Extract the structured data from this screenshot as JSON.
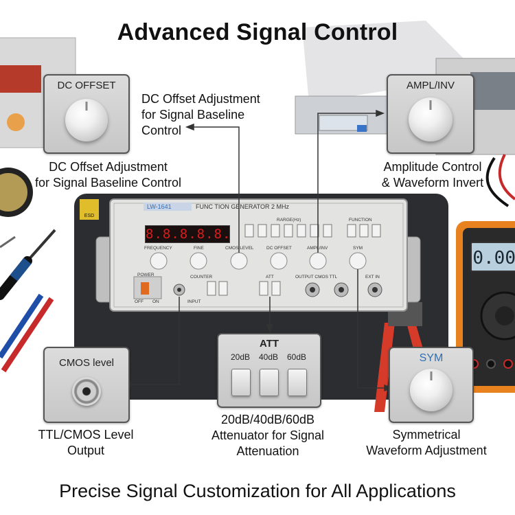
{
  "headline": "Advanced Signal Control",
  "tagline": "Precise Signal Customization for All Applications",
  "generator": {
    "model_label": "LW-1641",
    "name_label": "FUNC TION GENERATOR  2 MHz",
    "display": "8.8.8.8.8.8.",
    "range_header": "RARGE(Hz)",
    "function_header": "FUNCTION",
    "labels": {
      "frequency": "FREQUENCY",
      "fine": "FINE",
      "cmos_level": "CMOS LEVEL",
      "dc_offset": "DC OFFSET",
      "ampl_inv": "AMPL/INV",
      "sym": "SYM",
      "power": "POWER",
      "counter": "COUNTER",
      "att": "ATT",
      "output": "OUTPUT CMOS  TTL",
      "off": "OFF",
      "on": "ON",
      "input": "INPUT",
      "ext_in": "EXT IN"
    }
  },
  "callouts": {
    "dc_offset": {
      "label": "DC OFFSET",
      "caption": "DC Offset Adjustment\nfor Signal Baseline Control"
    },
    "dc_offset_pointer": {
      "caption": "DC Offset Adjustment\nfor Signal Baseline\nControl"
    },
    "ampl_inv": {
      "label": "AMPL/INV",
      "caption": "Amplitude Control\n& Waveform Invert"
    },
    "cmos_level": {
      "label": "CMOS level",
      "caption": "TTL/CMOS Level\nOutput"
    },
    "att": {
      "label": "ATT",
      "buttons": [
        "20dB",
        "40dB",
        "60dB"
      ],
      "caption": "20dB/40dB/60dB\nAttenuator for Signal\nAttenuation"
    },
    "sym": {
      "label": "SYM",
      "caption": "Symmetrical\nWaveform Adjustment"
    }
  },
  "multimeter": {
    "reading": "0.00"
  },
  "colors": {
    "mat": "#2b2d31",
    "panel": "#e3e3e1",
    "accent_blue": "#2f6fb3",
    "lcd_red": "#d81c1c",
    "meter_orange": "#e8821f"
  }
}
